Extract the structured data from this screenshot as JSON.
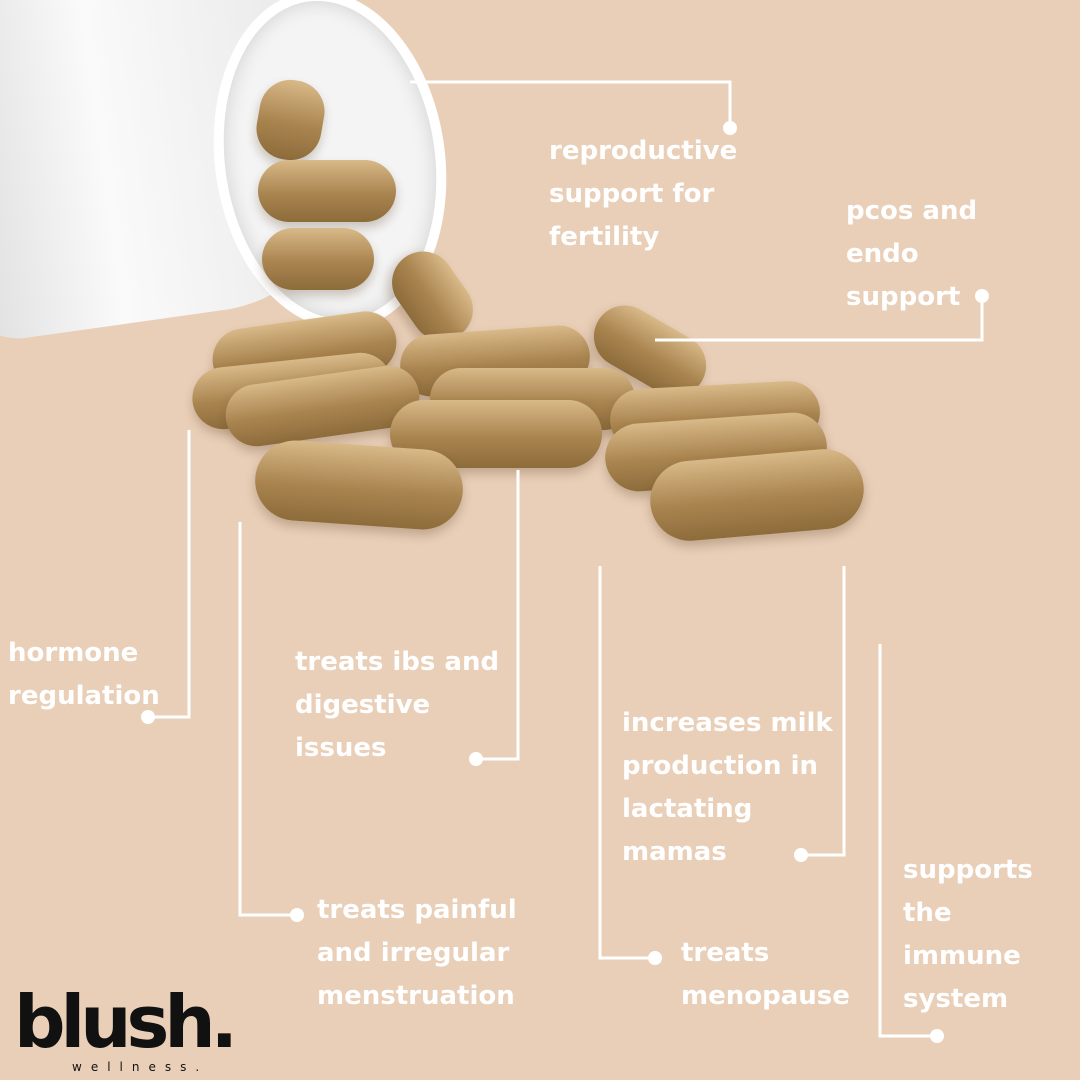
{
  "colors": {
    "background": "#E9CFB8",
    "text": "#FFFFFF",
    "logo": "#111111"
  },
  "labels": {
    "fertility": "reproductive\nsupport for\nfertility",
    "pcos": "pcos and\nendo\nsupport",
    "hormone": "hormone\nregulation",
    "ibs": "treats ibs and\ndigestive\nissues",
    "milk": "increases milk\nproduction in\nlactating\nmamas",
    "menstruation": "treats painful\nand irregular\nmenstruation",
    "menopause": "treats\nmenopause",
    "immune": "supports\nthe\nimmune\nsystem"
  },
  "logo": {
    "name": "blush.",
    "tagline": "wellness."
  }
}
